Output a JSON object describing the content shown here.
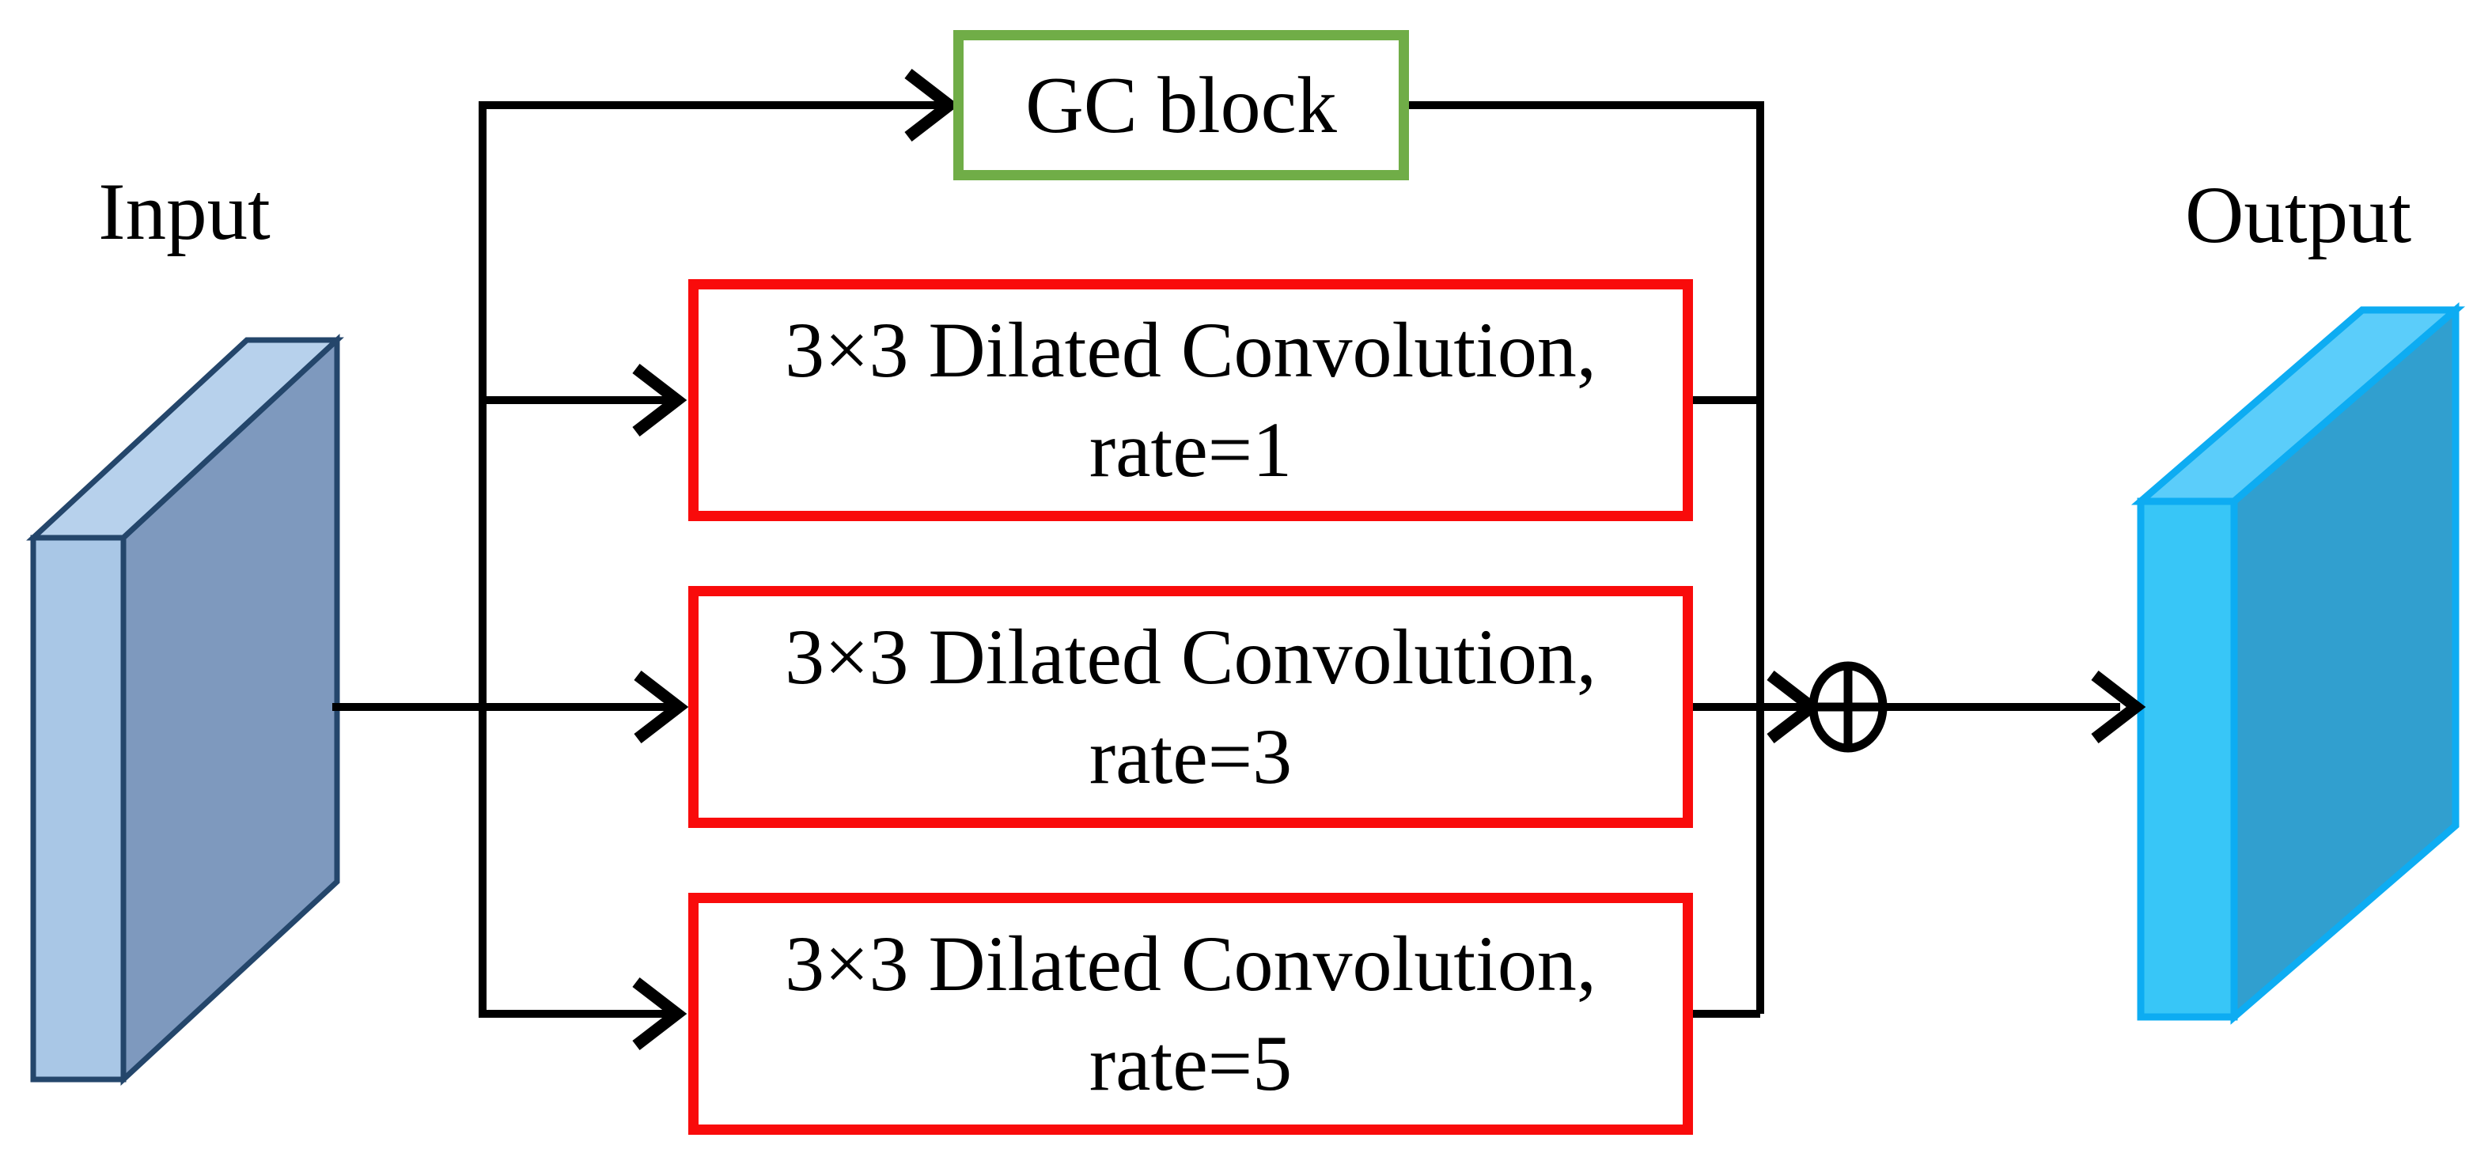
{
  "diagram": {
    "input_label": "Input",
    "output_label": "Output",
    "gc_block": {
      "label": "GC block"
    },
    "conv_branches": [
      {
        "line1": "3×3 Dilated Convolution,",
        "line2": "rate=1"
      },
      {
        "line1": "3×3 Dilated Convolution,",
        "line2": "rate=3"
      },
      {
        "line1": "3×3 Dilated Convolution,",
        "line2": "rate=5"
      }
    ],
    "merge_icon": "circled-plus-sum",
    "colors": {
      "line": "#000000",
      "gc_border": "#70AD47",
      "conv_border": "#F90B0B",
      "box_fill": "#FFFFFF",
      "input_front": "#A9C7E6",
      "input_top": "#B7D1EC",
      "input_side": "#7E99BE",
      "input_edge": "#24466B",
      "output_front": "#38C6F7",
      "output_top": "#5BCDFA",
      "output_side": "#319FCF",
      "output_edge": "#0DACF2"
    }
  }
}
